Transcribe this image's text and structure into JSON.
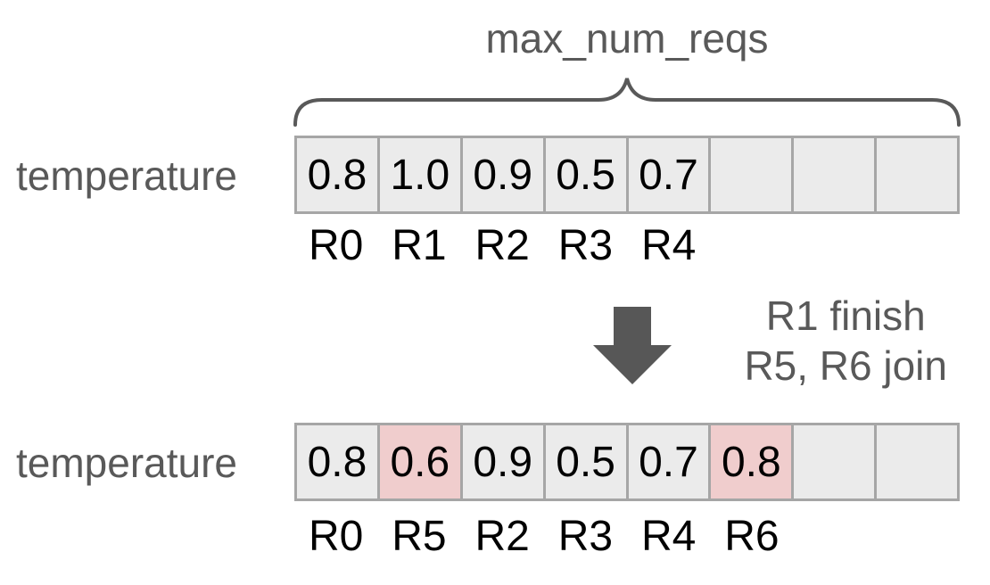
{
  "title": "max_num_reqs",
  "colors": {
    "label_gray": "#595959",
    "cell_bg": "#ebebeb",
    "cell_highlight": "#f0cdcd",
    "cell_border": "#a6a6a6",
    "arrow": "#575757",
    "value_text": "#000000"
  },
  "top_array": {
    "row_label": "temperature",
    "cells": [
      {
        "value": "0.8",
        "highlight": false
      },
      {
        "value": "1.0",
        "highlight": false
      },
      {
        "value": "0.9",
        "highlight": false
      },
      {
        "value": "0.5",
        "highlight": false
      },
      {
        "value": "0.7",
        "highlight": false
      },
      {
        "value": "",
        "highlight": false
      },
      {
        "value": "",
        "highlight": false
      },
      {
        "value": "",
        "highlight": false
      }
    ],
    "request_labels": [
      "R0",
      "R1",
      "R2",
      "R3",
      "R4",
      "",
      "",
      ""
    ]
  },
  "transition": {
    "note_line1": "R1 finish",
    "note_line2": "R5, R6 join"
  },
  "bottom_array": {
    "row_label": "temperature",
    "cells": [
      {
        "value": "0.8",
        "highlight": false
      },
      {
        "value": "0.6",
        "highlight": true
      },
      {
        "value": "0.9",
        "highlight": false
      },
      {
        "value": "0.5",
        "highlight": false
      },
      {
        "value": "0.7",
        "highlight": false
      },
      {
        "value": "0.8",
        "highlight": true
      },
      {
        "value": "",
        "highlight": false
      },
      {
        "value": "",
        "highlight": false
      }
    ],
    "request_labels": [
      "R0",
      "R5",
      "R2",
      "R3",
      "R4",
      "R6",
      "",
      ""
    ]
  }
}
